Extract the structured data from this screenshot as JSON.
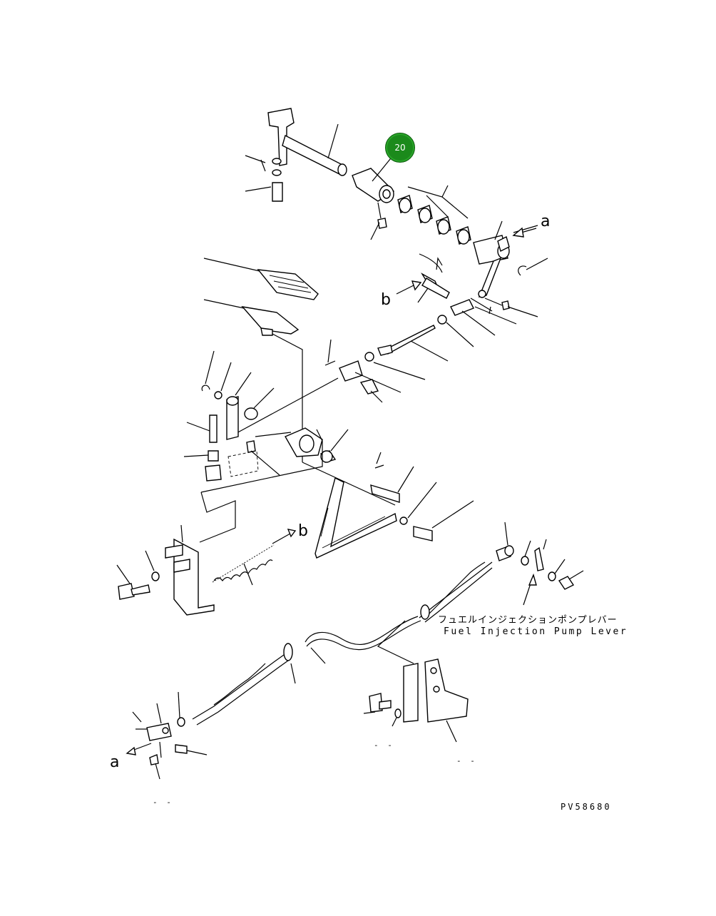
{
  "callout": {
    "number": "20",
    "color": "#1b8a1b"
  },
  "arrow_labels": {
    "a_top": "a",
    "b_middle": "b",
    "b_spring": "b",
    "a_bottom": "a"
  },
  "annotation": {
    "jp": "フュエルインジェクションポンプレバー",
    "en": "Fuel Injection Pump Lever"
  },
  "dash_marks": {
    "bottom_left": "- -",
    "bottom_center": "- -",
    "bottom_right": "- -"
  },
  "drawing_number": "PV58680"
}
